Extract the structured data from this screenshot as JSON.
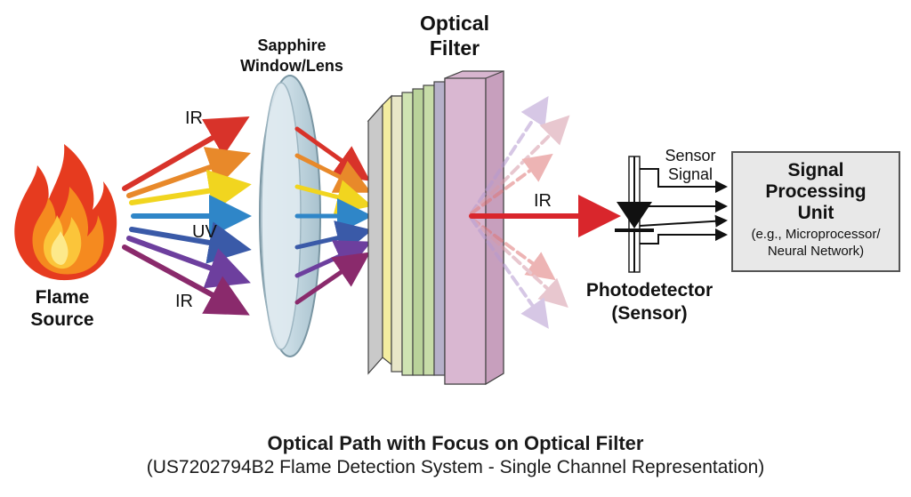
{
  "labels": {
    "flame_source": [
      "Flame",
      "Source"
    ],
    "ir_top": "IR",
    "uv": "UV",
    "ir_bottom": "IR",
    "sapphire": [
      "Sapphire",
      "Window/Lens"
    ],
    "optical_filter": [
      "Optical",
      "Filter"
    ],
    "ir_out": "IR",
    "sensor_signal": [
      "Sensor",
      "Signal"
    ],
    "photodetector": [
      "Photodetector",
      "(Sensor)"
    ],
    "spu_title": [
      "Signal",
      "Processing",
      "Unit"
    ],
    "spu_sub": [
      "(e.g., Microprocessor/",
      "Neural Network)"
    ]
  },
  "caption": {
    "title": "Optical Path with Focus on Optical Filter",
    "subtitle": "(US7202794B2 Flame Detection System - Single Channel Representation)"
  },
  "colors": {
    "rays": [
      "#d8332a",
      "#e8892a",
      "#f1d51f",
      "#2f86c8",
      "#3a5aa8",
      "#6d3f9e",
      "#8a2a6c"
    ],
    "filter_layers": [
      "#c9c9c9",
      "#f3eda0",
      "#cfe3b2",
      "#b9d29a",
      "#c7dca8",
      "#b6b0c9",
      "#d7b5cf"
    ],
    "ir_out": "#d9262c",
    "spu_fill": "#e8e8e8"
  }
}
